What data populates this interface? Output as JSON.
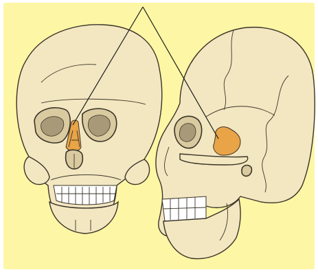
{
  "figure": {
    "background_color": "#fdf6a4",
    "bone_color": "#f3e7c1",
    "outline_color": "#3a3328",
    "highlight_color": "#e8a447",
    "teeth_color": "#ffffff",
    "left_view": "skull-front-view",
    "right_view": "skull-side-view",
    "highlighted_structure": "highlighted-bone-region"
  }
}
